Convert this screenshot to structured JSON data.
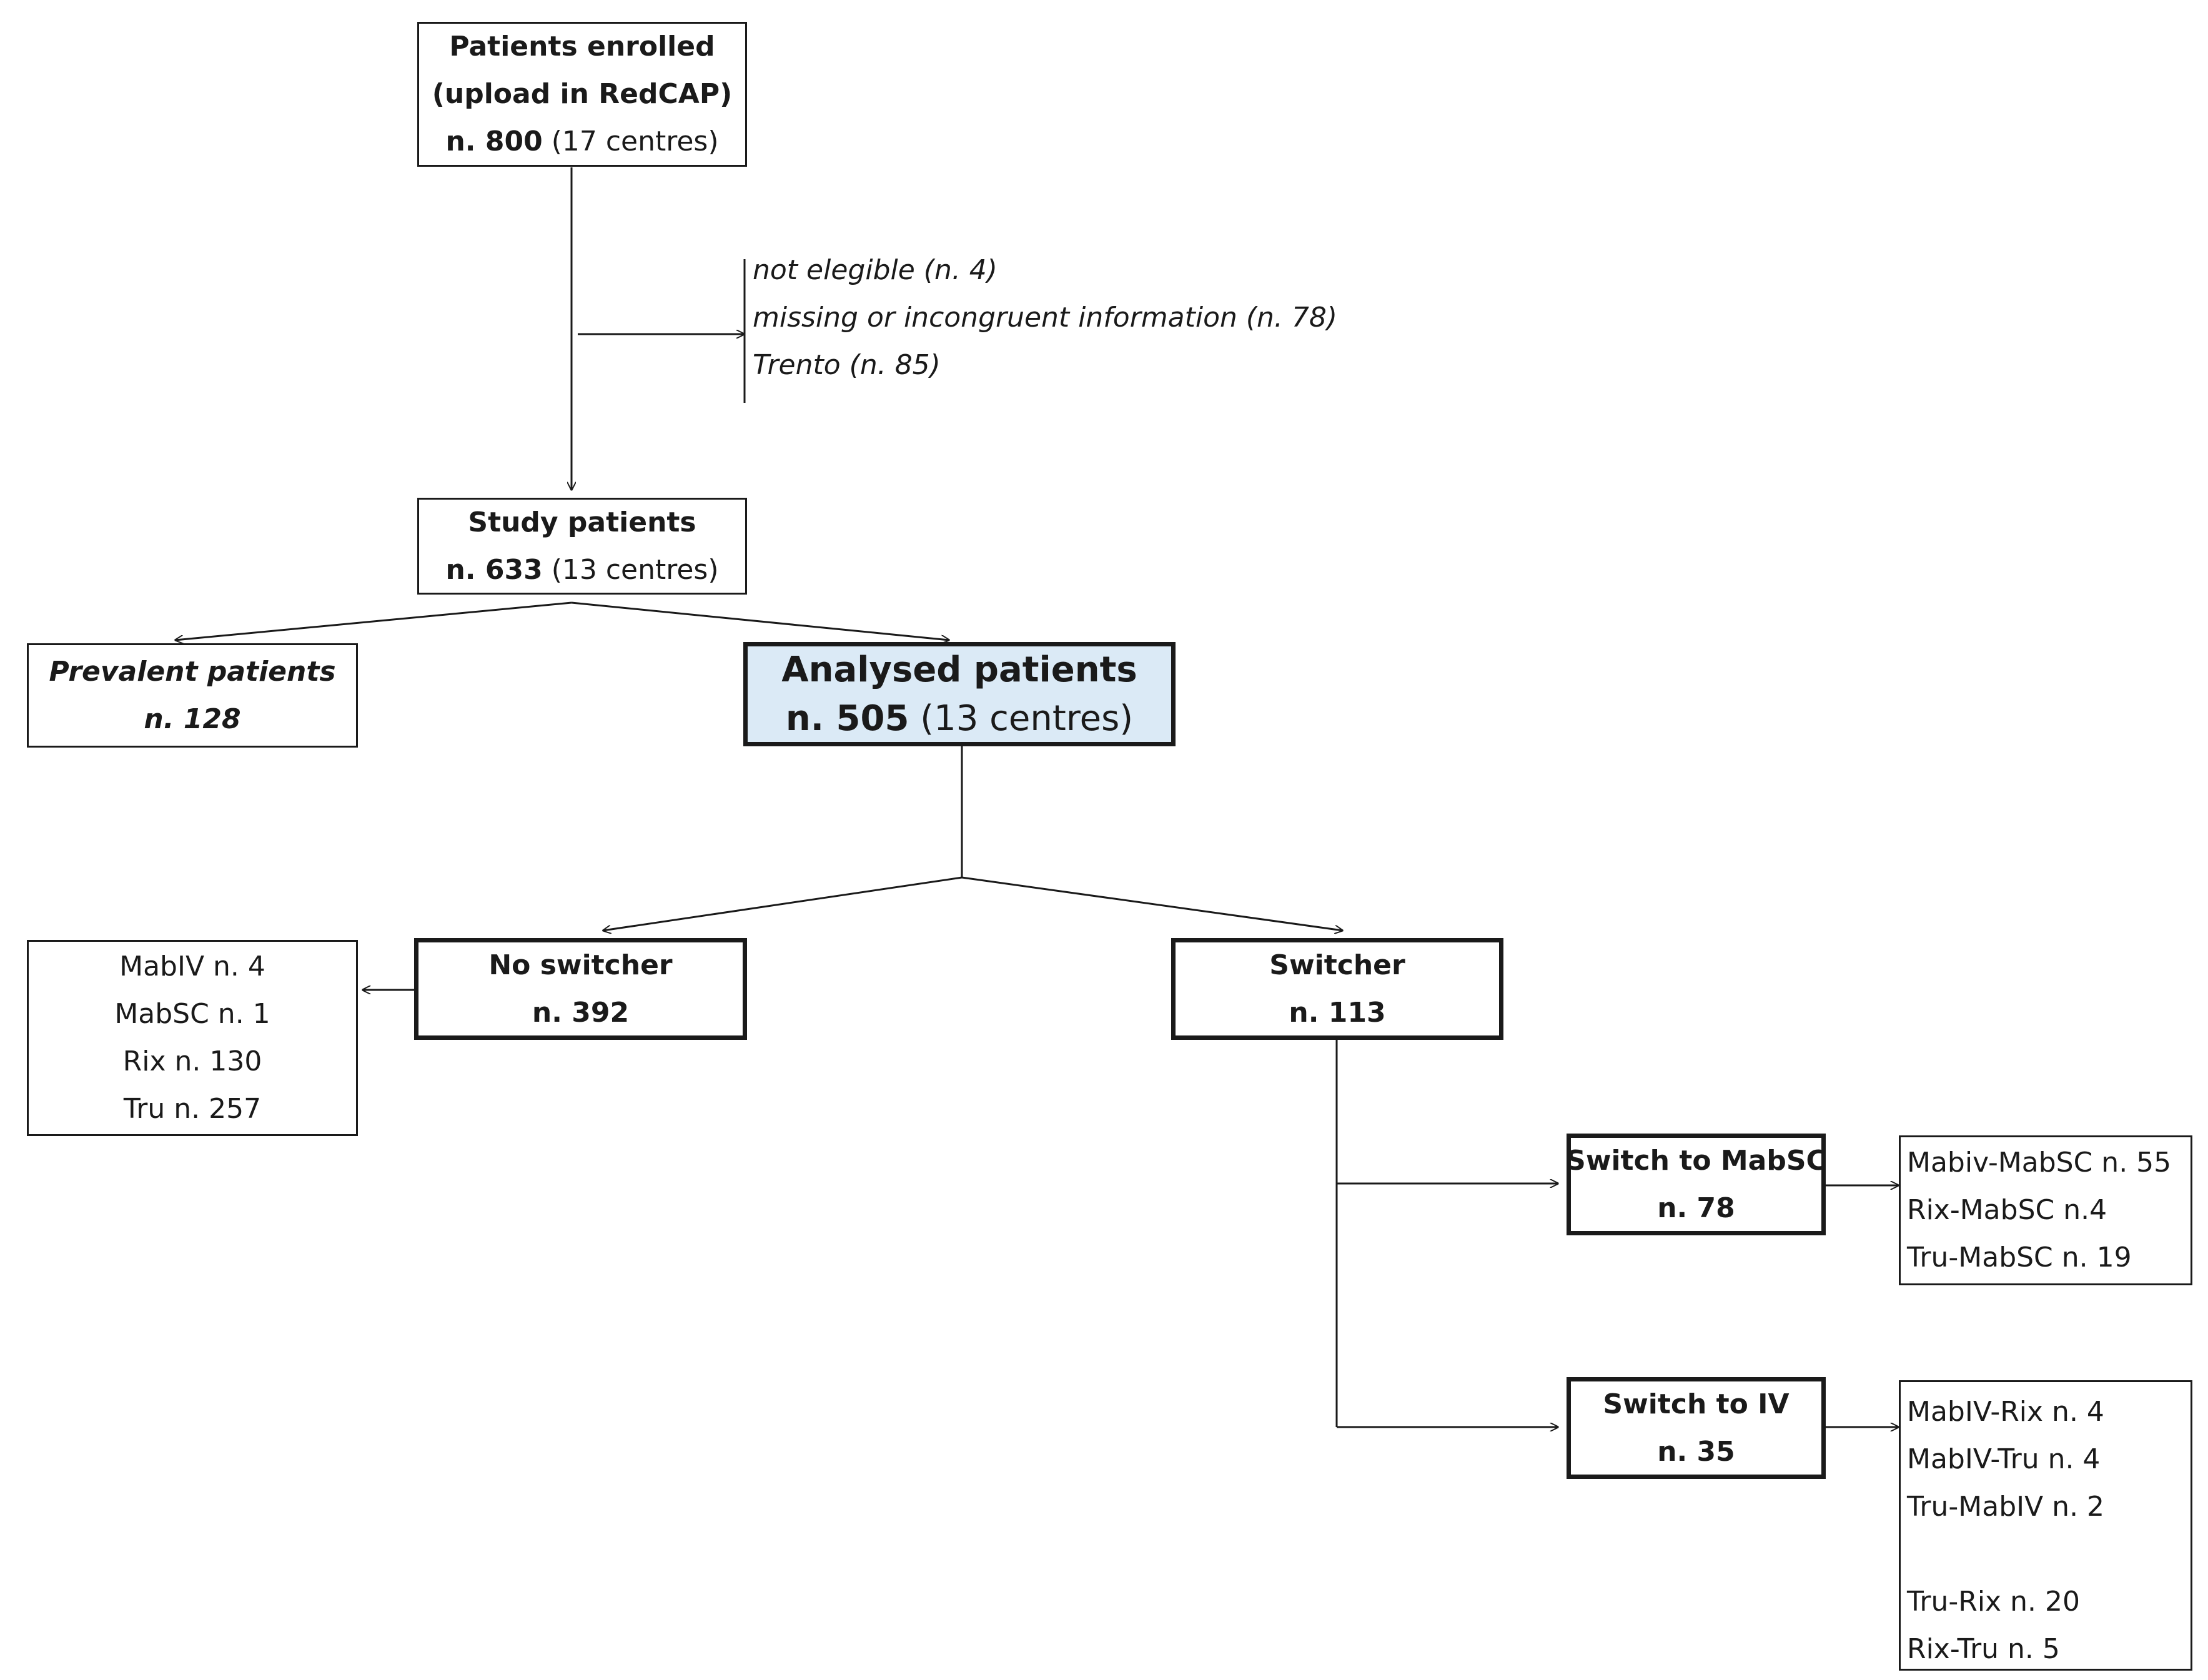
{
  "enrolled": {
    "line1": "Patients enrolled",
    "line2": "(upload in RedCAP)",
    "count": "n. 800",
    "centres": "(17 centres)"
  },
  "excluded": [
    "not elegible (n. 4)",
    "missing or incongruent information (n. 78)",
    "Trento (n. 85)"
  ],
  "study": {
    "title": "Study patients",
    "count": "n. 633",
    "centres": "(13 centres)"
  },
  "prevalent": {
    "title": "Prevalent patients",
    "count": "n. 128"
  },
  "analysed": {
    "title": "Analysed patients",
    "count": "n. 505",
    "centres": "(13 centres)",
    "fill_color": "#dbeaf6"
  },
  "no_switcher": {
    "title": "No switcher",
    "count": "n. 392"
  },
  "no_switcher_detail": [
    "MabIV n. 4",
    "MabSC n. 1",
    "Rix n. 130",
    "Tru n. 257"
  ],
  "switcher": {
    "title": "Switcher",
    "count": "n. 113"
  },
  "switch_mabsc": {
    "title": "Switch to MabSC",
    "count": "n. 78"
  },
  "switch_mabsc_detail": [
    "Mabiv-MabSC n. 55",
    "Rix-MabSC n.4",
    "Tru-MabSC n. 19"
  ],
  "switch_iv": {
    "title": "Switch to IV",
    "count": "n. 35"
  },
  "switch_iv_detail": [
    "MabIV-Rix n. 4",
    "MabIV-Tru n. 4",
    "Tru-MabIV n. 2",
    "Tru-Rix n. 20",
    "Rix-Tru n. 5"
  ]
}
